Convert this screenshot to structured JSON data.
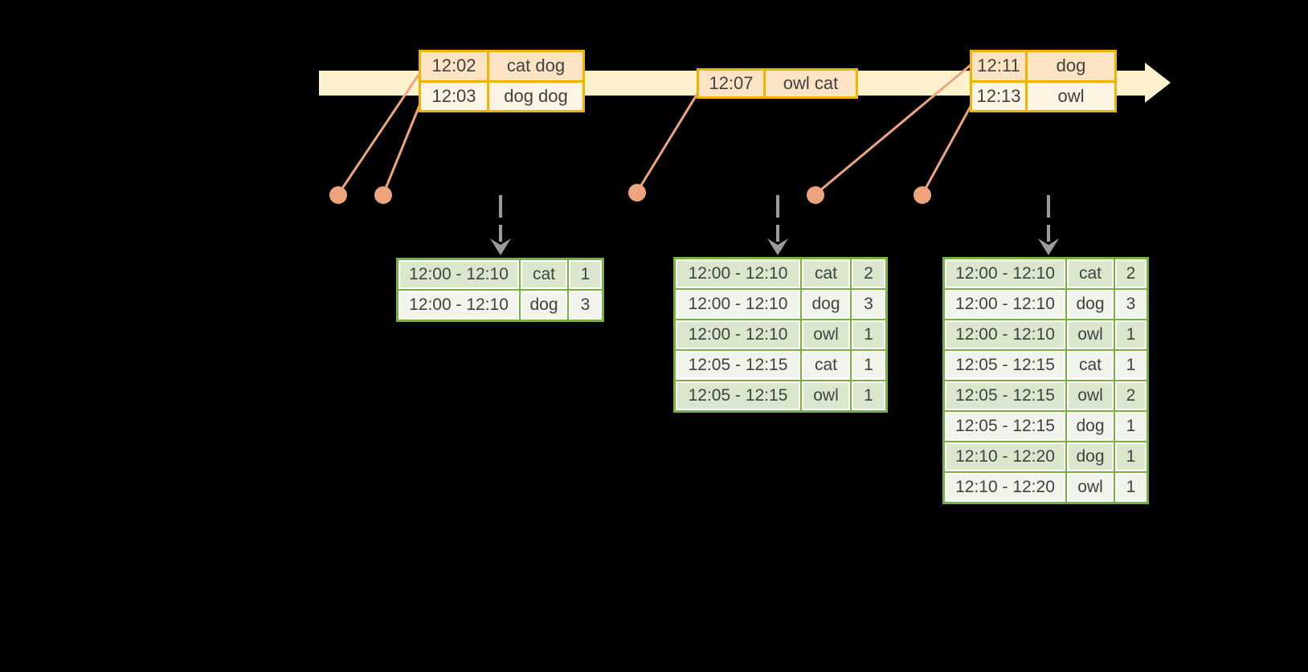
{
  "colors": {
    "background": "#000000",
    "timeline_band": "#fcf1cd",
    "event_border": "#f0b400",
    "event_cell_dark": "#fbe3c3",
    "event_cell_light": "#fdf4e4",
    "connector": "#eca57c",
    "trigger_arrow": "#9b9b9b",
    "table_border": "#77b13f",
    "table_cell_dark": "#dbe7cd",
    "table_cell_light": "#f0f4ea",
    "text": "#414141"
  },
  "timeline": {
    "event_groups": [
      {
        "events": [
          {
            "time": "12:02",
            "words": "cat dog"
          },
          {
            "time": "12:03",
            "words": "dog dog"
          }
        ]
      },
      {
        "events": [
          {
            "time": "12:07",
            "words": "owl cat"
          }
        ]
      },
      {
        "events": [
          {
            "time": "12:11",
            "words": "dog"
          },
          {
            "time": "12:13",
            "words": "owl"
          }
        ]
      }
    ]
  },
  "result_tables": [
    {
      "rows": [
        {
          "window": "12:00 - 12:10",
          "word": "cat",
          "count": "1"
        },
        {
          "window": "12:00 - 12:10",
          "word": "dog",
          "count": "3"
        }
      ]
    },
    {
      "rows": [
        {
          "window": "12:00 - 12:10",
          "word": "cat",
          "count": "2"
        },
        {
          "window": "12:00 - 12:10",
          "word": "dog",
          "count": "3"
        },
        {
          "window": "12:00 - 12:10",
          "word": "owl",
          "count": "1"
        },
        {
          "window": "12:05 - 12:15",
          "word": "cat",
          "count": "1"
        },
        {
          "window": "12:05 - 12:15",
          "word": "owl",
          "count": "1"
        }
      ]
    },
    {
      "rows": [
        {
          "window": "12:00 - 12:10",
          "word": "cat",
          "count": "2"
        },
        {
          "window": "12:00 - 12:10",
          "word": "dog",
          "count": "3"
        },
        {
          "window": "12:00 - 12:10",
          "word": "owl",
          "count": "1"
        },
        {
          "window": "12:05 - 12:15",
          "word": "cat",
          "count": "1"
        },
        {
          "window": "12:05 - 12:15",
          "word": "owl",
          "count": "2"
        },
        {
          "window": "12:05 - 12:15",
          "word": "dog",
          "count": "1"
        },
        {
          "window": "12:10 - 12:20",
          "word": "dog",
          "count": "1"
        },
        {
          "window": "12:10 - 12:20",
          "word": "owl",
          "count": "1"
        }
      ]
    }
  ]
}
